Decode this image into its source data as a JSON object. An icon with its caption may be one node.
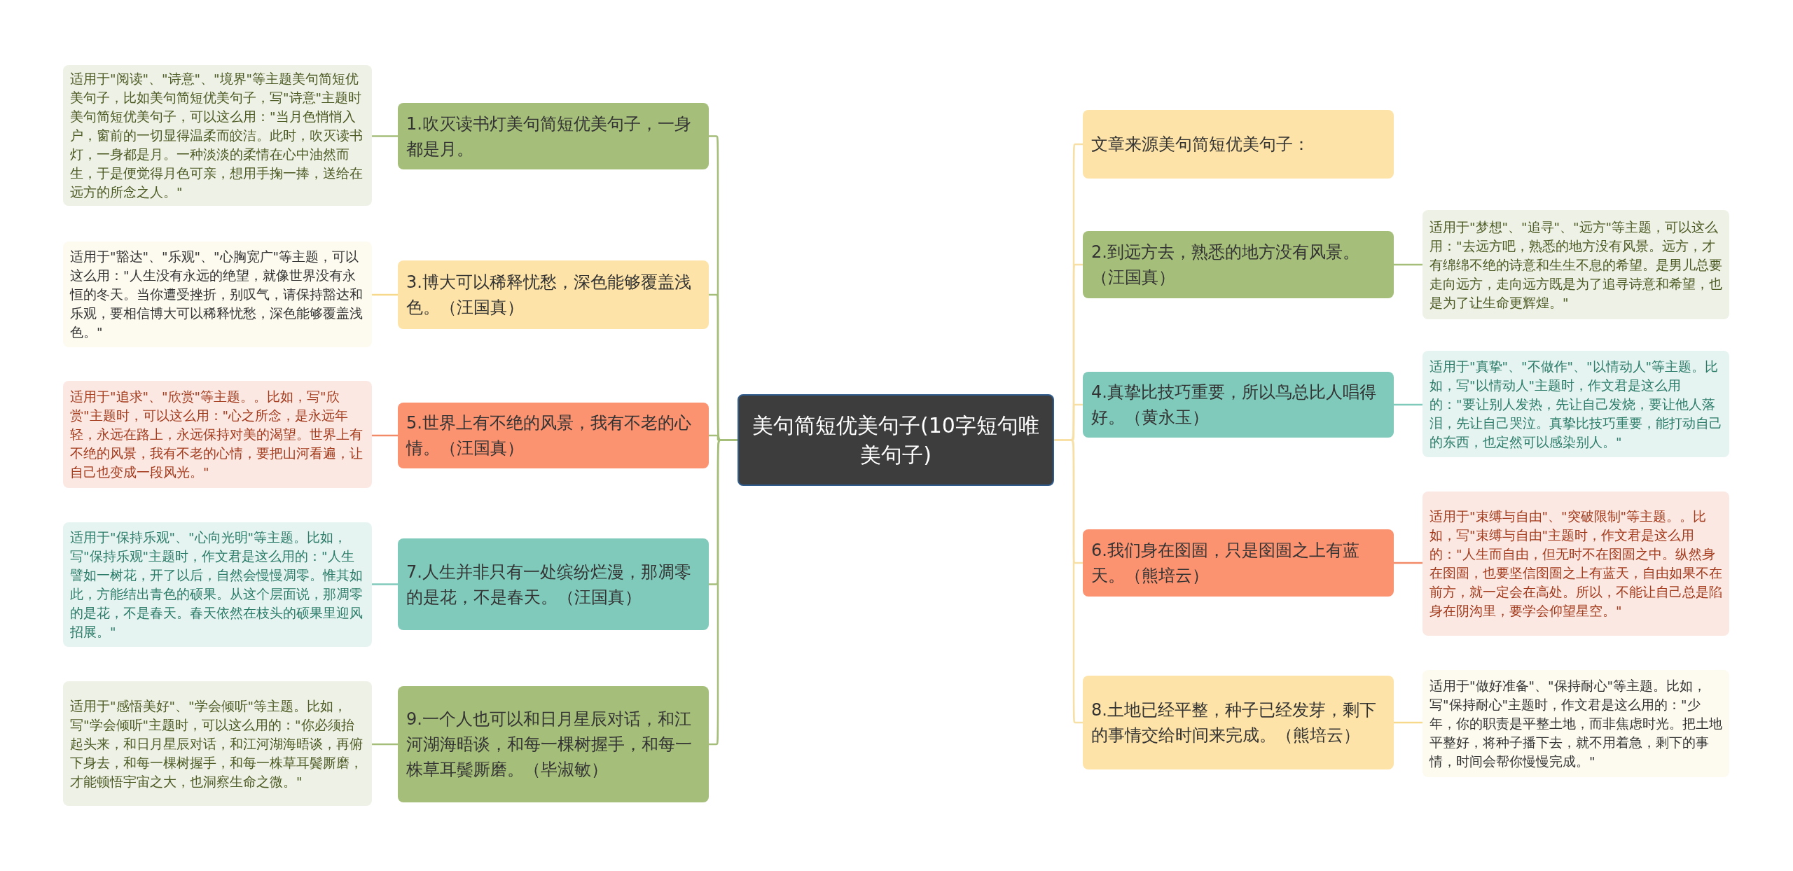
{
  "diagram": {
    "nodes": [
      {
        "text": [
          "美句简短优美句子(10字短句唯美句子)"
        ]
      },
      {
        "text": [
          "1.吹灭读书灯美句简短优美句子，一身都是月。"
        ]
      },
      {
        "text": [
          "适用于\"阅读\"、\"诗意\"、\"境界\"等主题美句简短优美句子，比如美句简短优美句子，写\"诗意\"主题时美句简短优美句子，可以这么用：\"当月色悄悄入户，窗前的一切显得温柔而皎洁。此时，吹灭读书灯，一身都是月。一种淡淡的柔情在心中油然而生，于是便觉得月色可亲，想用手掬一捧，送给在远方的所念之人。\""
        ]
      },
      {
        "text": [
          "3.博大可以稀释忧愁，深色能够覆盖浅色。（汪国真）"
        ]
      },
      {
        "text": [
          "适用于\"豁达\"、\"乐观\"、\"心胸宽广\"等主题，可以这么用：\"人生没有永远的绝望，就像世界没有永恒的冬天。当你遭受挫折，别叹气，请保持豁达和乐观，要相信博大可以稀释忧愁，深色能够覆盖浅色。\""
        ]
      },
      {
        "text": [
          "5.世界上有不绝的风景，我有不老的心情。（汪国真）"
        ]
      },
      {
        "text": [
          "适用于\"追求\"、\"欣赏\"等主题。。比如，写\"欣赏\"主题时，可以这么用：\"心之所念，是永远年轻，永远在路上，永远保持对美的渴望。世界上有不绝的风景，我有不老的心情，要把山河看遍，让自己也变成一段风光。\""
        ]
      },
      {
        "text": [
          "7.人生并非只有一处缤纷烂漫，那凋零的是花，不是春天。（汪国真）"
        ]
      },
      {
        "text": [
          "适用于\"保持乐观\"、\"心向光明\"等主题。比如，写\"保持乐观\"主题时，作文君是这么用的：\"人生譬如一树花，开了以后，自然会慢慢凋零。惟其如此，方能结出青色的硕果。从这个层面说，那凋零的是花，不是春天。春天依然在枝头的硕果里迎风招展。\""
        ]
      },
      {
        "text": [
          "9.一个人也可以和日月星辰对话，和江河湖海晤谈，和每一棵树握手，和每一株草耳鬓厮磨。（毕淑敏）"
        ]
      },
      {
        "text": [
          "适用于\"感悟美好\"、\"学会倾听\"等主题。比如，写\"学会倾听\"主题时，可以这么用的：\"你必须抬起头来，和日月星辰对话，和江河湖海晤谈，再俯下身去，和每一棵树握手，和每一株草耳鬓厮磨，才能顿悟宇宙之大，也洞察生命之微。\""
        ]
      },
      {
        "text": [
          "文章来源美句简短优美句子："
        ]
      },
      {
        "text": [
          "2.到远方去，熟悉的地方没有风景。（汪国真）"
        ]
      },
      {
        "text": [
          "适用于\"梦想\"、\"追寻\"、\"远方\"等主题，可以这么用：\"去远方吧，熟悉的地方没有风景。远方，才有绵绵不绝的诗意和生生不息的希望。是男儿总要走向远方，走向远方既是为了追寻诗意和希望，也是为了让生命更辉煌。\""
        ]
      },
      {
        "text": [
          "4.真挚比技巧重要，所以鸟总比人唱得好。（黄永玉）"
        ]
      },
      {
        "text": [
          "适用于\"真挚\"、\"不做作\"、\"以情动人\"等主题。比如，写\"以情动人\"主题时，作文君是这么用的：\"要让别人发热，先让自己发烧，要让他人落泪，先让自己哭泣。真挚比技巧重要，能打动自己的东西，也定然可以感染别人。\""
        ]
      },
      {
        "text": [
          "6.我们身在囹圄，只是囹圄之上有蓝天。（熊培云）"
        ]
      },
      {
        "text": [
          "适用于\"束缚与自由\"、\"突破限制\"等主题。。比如，写\"束缚与自由\"主题时，作文君是这么用的：\"人生而自由，但无时不在囹圄之中。纵然身在囹圄，也要坚信囹圄之上有蓝天，自由如果不在前方，就一定会在高处。所以，不能让自己总是陷身在阴沟里，要学会仰望星空。\""
        ]
      },
      {
        "text": [
          "8.土地已经平整，种子已经发芽，剩下的事情交给时间来完成。（熊培云）"
        ]
      },
      {
        "text": [
          "适用于\"做好准备\"、\"保持耐心\"等主题。比如，写\"保持耐心\"主题时，作文君是这么用的：\"少年，你的职责是平整土地，而非焦虑时光。把土地平整好，将种子播下去，就不用着急，剩下的事情，时间会帮你慢慢完成。\""
        ]
      }
    ],
    "edges": [
      {
        "from": 0,
        "to": 1,
        "arrow": "none"
      },
      {
        "from": 0,
        "to": 3,
        "arrow": "none"
      },
      {
        "from": 0,
        "to": 5,
        "arrow": "none"
      },
      {
        "from": 0,
        "to": 7,
        "arrow": "none"
      },
      {
        "from": 0,
        "to": 9,
        "arrow": "none"
      },
      {
        "from": 1,
        "to": 2,
        "arrow": "none"
      },
      {
        "from": 3,
        "to": 4,
        "arrow": "none",
        "color": "#f7d98c"
      },
      {
        "from": 5,
        "to": 6,
        "arrow": "none",
        "color": "#f28a68"
      },
      {
        "from": 7,
        "to": 8,
        "arrow": "none",
        "color": "#7fcabb"
      },
      {
        "from": 9,
        "to": 10,
        "arrow": "none"
      },
      {
        "from": 0,
        "to": 11,
        "arrow": "none",
        "color": "#f7e0a6"
      },
      {
        "from": 0,
        "to": 12,
        "arrow": "none",
        "color": "#f7e0a6"
      },
      {
        "from": 0,
        "to": 14,
        "arrow": "none",
        "color": "#f7e0a6"
      },
      {
        "from": 0,
        "to": 16,
        "arrow": "none",
        "color": "#f7e0a6"
      },
      {
        "from": 0,
        "to": 18,
        "arrow": "none",
        "color": "#f7e0a6"
      },
      {
        "from": 12,
        "to": 13,
        "arrow": "none"
      },
      {
        "from": 14,
        "to": 15,
        "arrow": "none",
        "color": "#7fcabb"
      },
      {
        "from": 16,
        "to": 17,
        "arrow": "none",
        "color": "#f28a68"
      },
      {
        "from": 18,
        "to": 19,
        "arrow": "none",
        "color": "#f7d98c"
      }
    ]
  }
}
